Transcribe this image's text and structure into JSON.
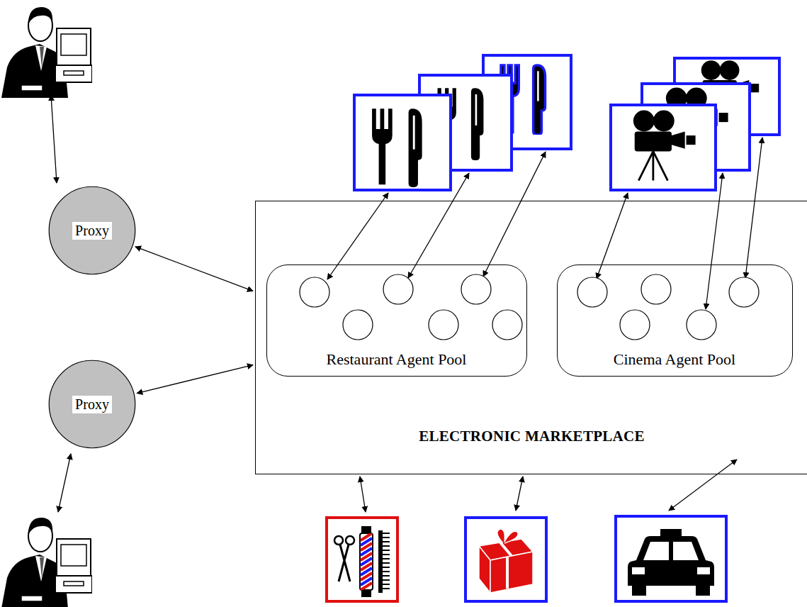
{
  "diagram": {
    "nodes": [
      {
        "text": [
          "Proxy"
        ]
      },
      {
        "text": [
          "ELECTRONIC MARKETPLACE"
        ]
      },
      {
        "text": [
          "Restaurant Agent Pool"
        ],
        "in": 1
      },
      {
        "text": [
          "Cinema Agent Pool"
        ],
        "in": 1
      },
      {
        "text": [
          "Proxy"
        ]
      }
    ],
    "edges": [
      {
        "from": 0,
        "to": 1,
        "arrow": "both"
      },
      {
        "from": 4,
        "to": 1,
        "arrow": "both"
      }
    ]
  }
}
